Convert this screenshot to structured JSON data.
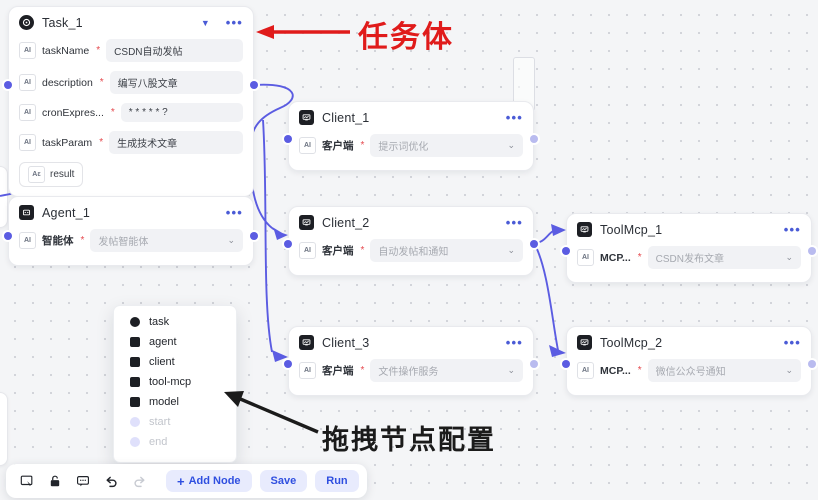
{
  "canvas": {
    "background": "#f4f5f7",
    "dot_color": "#d2d4da",
    "edge_color": "#5b5ce2"
  },
  "nodes": {
    "task": {
      "title": "Task_1",
      "icon": "task-circle-icon",
      "collapse_icon": "chevron-down-icon",
      "menu_icon": "more-options-icon",
      "fields": [
        {
          "tag": "AI",
          "label": "taskName",
          "required": "*",
          "value": "CSDN自动发帖"
        },
        {
          "tag": "AI",
          "label": "description",
          "required": "*",
          "value": "编写八股文章"
        },
        {
          "tag": "AI",
          "label": "cronExpres...",
          "required": "*",
          "value": "* * * * * ?"
        },
        {
          "tag": "AI",
          "label": "taskParam",
          "required": "*",
          "value": "生成技术文章"
        }
      ],
      "output": {
        "tag": "Aε",
        "label": "result"
      }
    },
    "agent": {
      "title": "Agent_1",
      "icon": "agent-chip-icon",
      "menu_icon": "more-options-icon",
      "field": {
        "tag": "AI",
        "label": "智能体",
        "required": "*",
        "placeholder": "发帖智能体",
        "chevron": "chevron-down-icon"
      }
    },
    "client1": {
      "title": "Client_1",
      "icon": "client-monitor-icon",
      "menu_icon": "more-options-icon",
      "field": {
        "tag": "AI",
        "label": "客户端",
        "required": "*",
        "placeholder": "提示词优化",
        "chevron": "chevron-down-icon"
      }
    },
    "client2": {
      "title": "Client_2",
      "icon": "client-monitor-icon",
      "menu_icon": "more-options-icon",
      "field": {
        "tag": "AI",
        "label": "客户端",
        "required": "*",
        "placeholder": "自动发帖和通知",
        "chevron": "chevron-down-icon"
      }
    },
    "client3": {
      "title": "Client_3",
      "icon": "client-monitor-icon",
      "menu_icon": "more-options-icon",
      "field": {
        "tag": "AI",
        "label": "客户端",
        "required": "*",
        "placeholder": "文件操作服务",
        "chevron": "chevron-down-icon"
      }
    },
    "toolmcp1": {
      "title": "ToolMcp_1",
      "icon": "toolmcp-monitor-icon",
      "menu_icon": "more-options-icon",
      "field": {
        "tag": "AI",
        "label": "MCP...",
        "required": "*",
        "placeholder": "CSDN发布文章",
        "chevron": "chevron-down-icon"
      }
    },
    "toolmcp2": {
      "title": "ToolMcp_2",
      "icon": "toolmcp-monitor-icon",
      "menu_icon": "more-options-icon",
      "field": {
        "tag": "AI",
        "label": "MCP...",
        "required": "*",
        "placeholder": "微信公众号通知",
        "chevron": "chevron-down-icon"
      }
    }
  },
  "context_menu": {
    "items": [
      {
        "label": "task",
        "icon": "task-node-icon",
        "disabled": false
      },
      {
        "label": "agent",
        "icon": "agent-node-icon",
        "disabled": false
      },
      {
        "label": "client",
        "icon": "client-node-icon",
        "disabled": false
      },
      {
        "label": "tool-mcp",
        "icon": "toolmcp-node-icon",
        "disabled": false
      },
      {
        "label": "model",
        "icon": "model-node-icon",
        "disabled": false
      },
      {
        "label": "start",
        "icon": "start-node-icon",
        "disabled": true
      },
      {
        "label": "end",
        "icon": "end-node-icon",
        "disabled": true
      }
    ]
  },
  "toolbar": {
    "icons": [
      {
        "name": "select-cursor-icon",
        "muted": false
      },
      {
        "name": "lock-icon",
        "muted": false
      },
      {
        "name": "comment-icon",
        "muted": false
      },
      {
        "name": "undo-icon",
        "muted": false
      },
      {
        "name": "redo-icon",
        "muted": true
      }
    ],
    "add_node_label": "Add Node",
    "add_node_plus": "+",
    "save_label": "Save",
    "run_label": "Run",
    "accent_bg": "#e8ebfd",
    "accent_fg": "#2f4fe0"
  },
  "annotations": {
    "task_label": "任务体",
    "task_label_color": "#e01b1b",
    "dragdrop_label": "拖拽节点配置",
    "dragdrop_label_color": "#1b1b1b"
  }
}
